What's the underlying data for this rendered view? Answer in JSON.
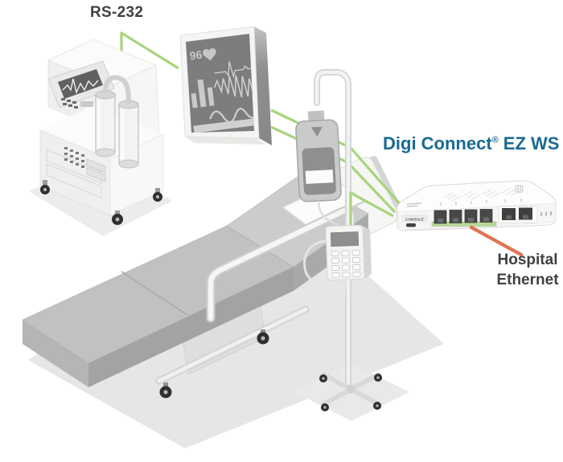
{
  "labels": {
    "rs232": "RS-232",
    "product_prefix": "Digi Connect",
    "registered_mark": "®",
    "product_suffix": "EZ WS",
    "hospital_ethernet_line1": "Hospital",
    "hospital_ethernet_line2": "Ethernet"
  },
  "patient_monitor": {
    "heart_rate": "96"
  },
  "digi_device": {
    "console_port_label": "CONSOLE"
  },
  "colors": {
    "serial_line_green": "#a8d47d",
    "ethernet_line_orange": "#de7351",
    "product_text_blue": "#186a92",
    "label_text_gray": "#3e4042"
  }
}
